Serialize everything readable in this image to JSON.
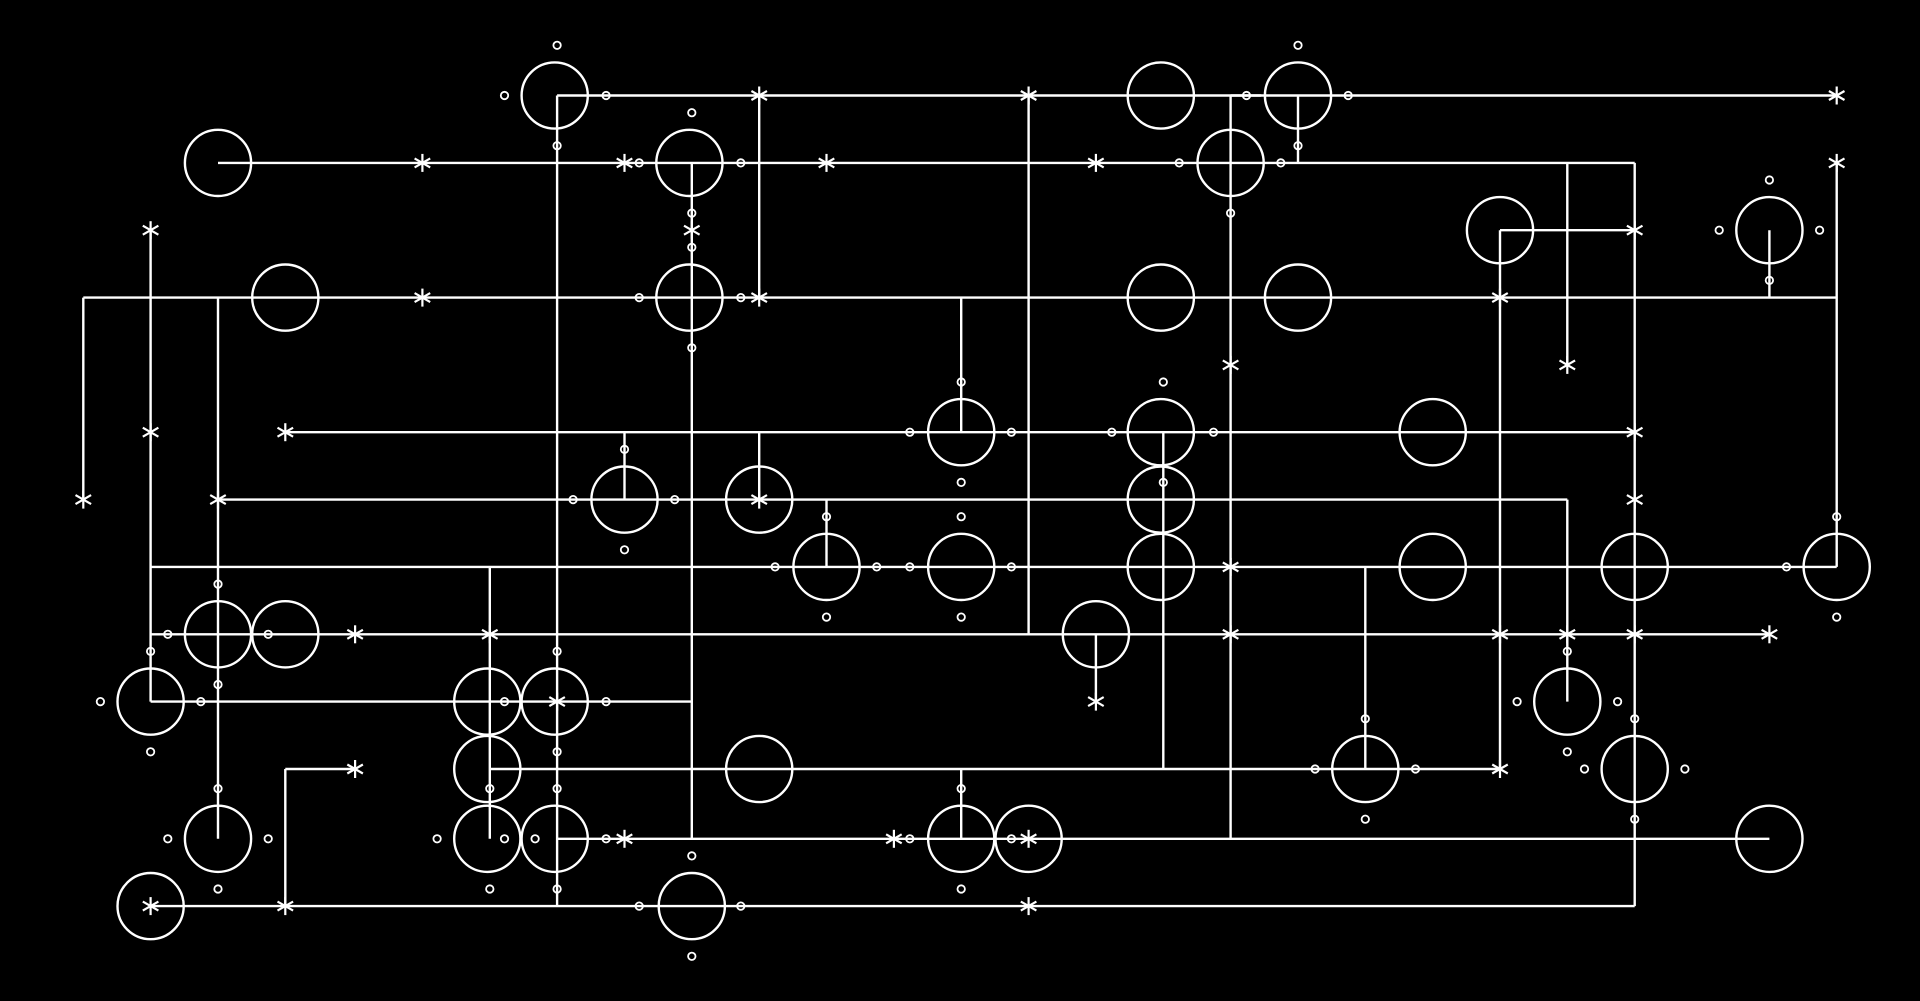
{
  "diagram": {
    "background": "#000000",
    "stroke_color": "#ffffff",
    "element_types": [
      "wire",
      "node-circle",
      "port-dot",
      "junction-asterisk"
    ]
  }
}
